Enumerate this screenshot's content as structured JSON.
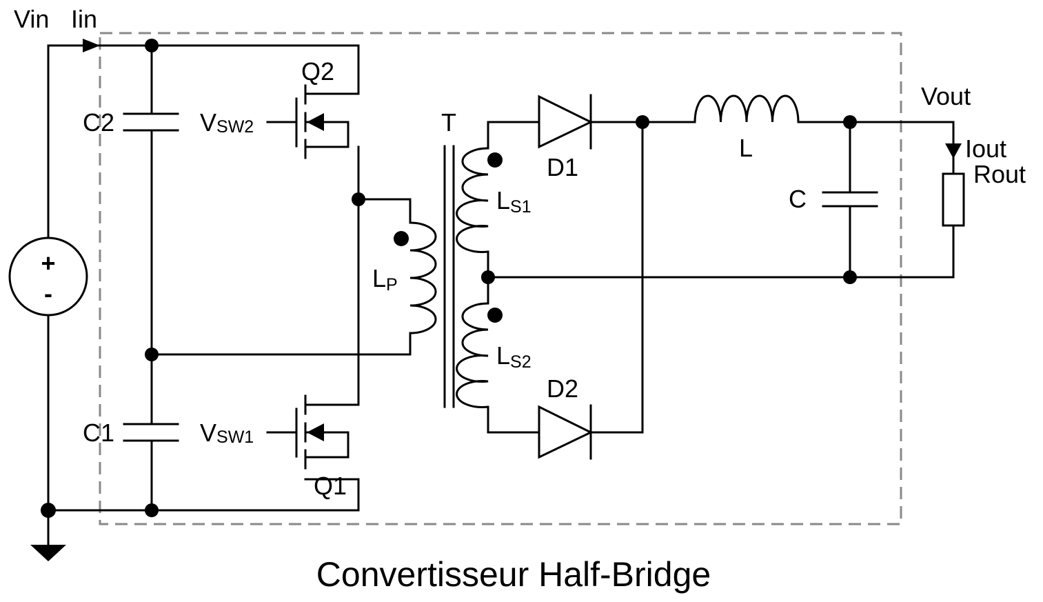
{
  "diagram": {
    "caption": "Convertisseur Half-Bridge",
    "labels": {
      "vin": "Vin",
      "iin": "Iin",
      "q2": "Q2",
      "q1": "Q1",
      "c2": "C2",
      "c1": "C1",
      "vsw2_main": "V",
      "vsw2_sub": "SW2",
      "vsw1_main": "V",
      "vsw1_sub": "SW1",
      "transformer": "T",
      "lp_main": "L",
      "lp_sub": "P",
      "ls1_main": "L",
      "ls1_sub": "S1",
      "ls2_main": "L",
      "ls2_sub": "S2",
      "d1": "D1",
      "d2": "D2",
      "inductor": "L",
      "capacitor": "C",
      "vout": "Vout",
      "iout": "Iout",
      "rout": "Rout",
      "source_plus": "+",
      "source_minus": "-"
    }
  }
}
